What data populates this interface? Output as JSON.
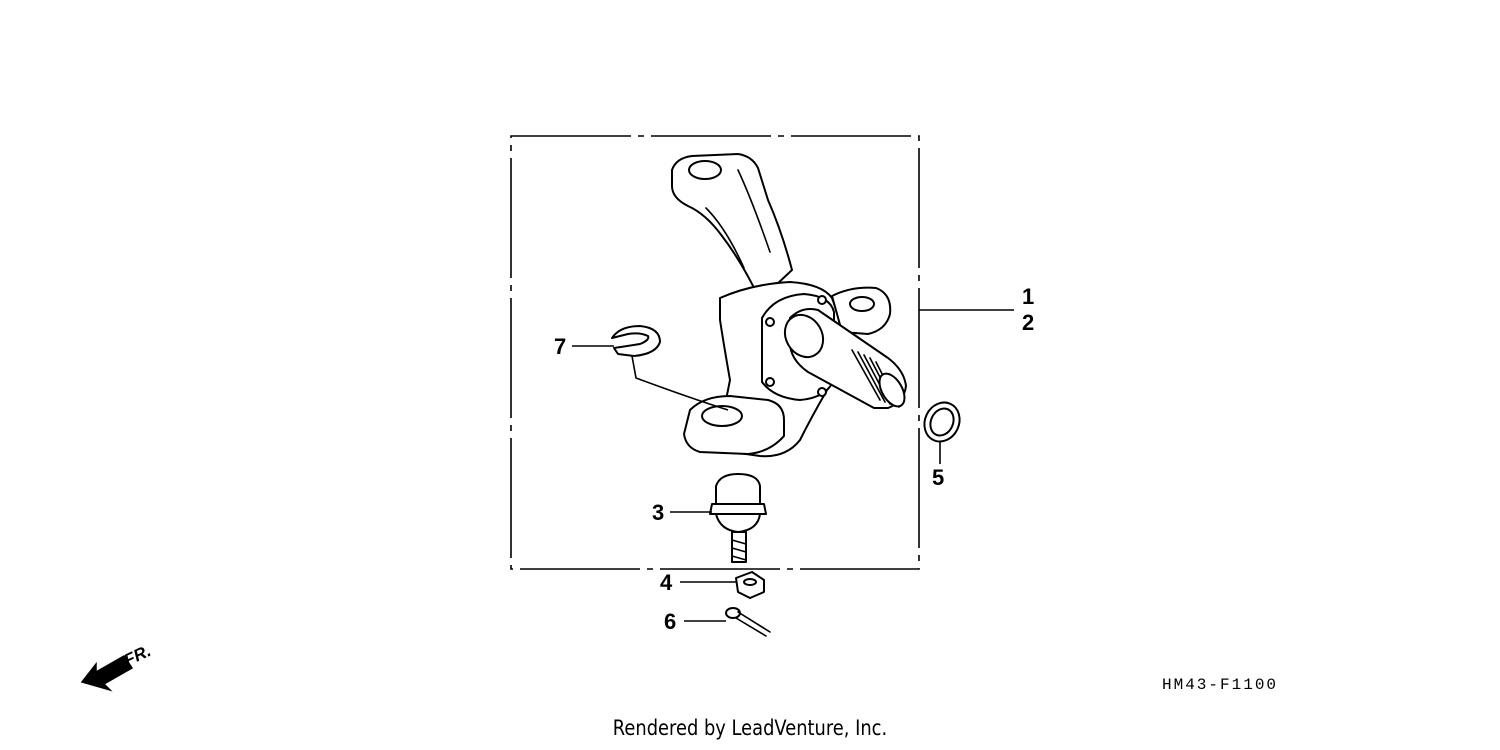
{
  "callouts": {
    "c1": "1",
    "c2": "2",
    "c3": "3",
    "c4": "4",
    "c5": "5",
    "c6": "6",
    "c7": "7"
  },
  "front_label": "FR.",
  "diagram_code": "HM43-F1100",
  "credit": "Rendered by LeadVenture, Inc."
}
